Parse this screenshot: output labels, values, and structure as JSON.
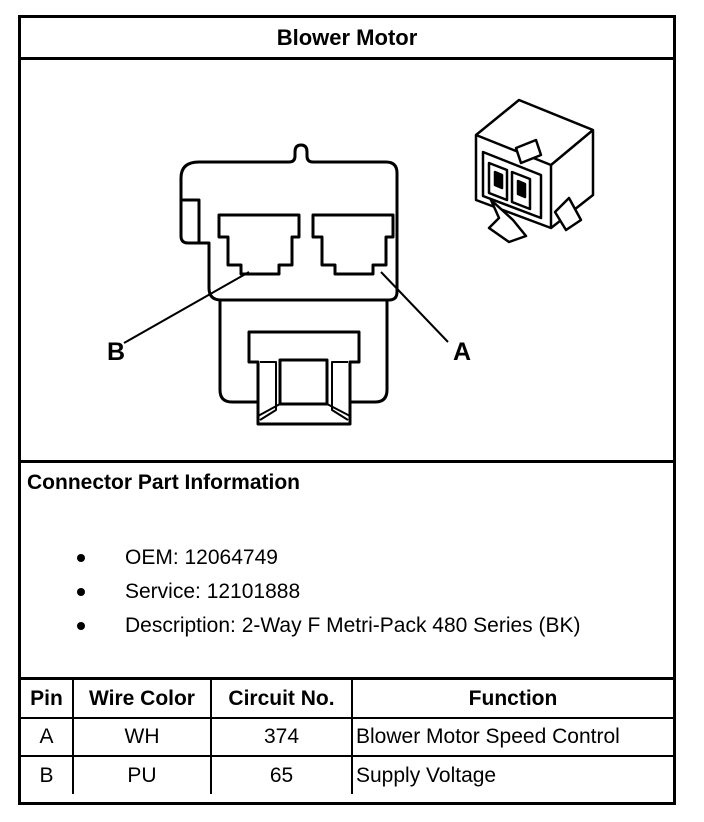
{
  "title": "Blower Motor",
  "figure": {
    "pin_label_b": "B",
    "pin_label_a": "A"
  },
  "connector_info": {
    "heading": "Connector Part Information",
    "items": [
      "OEM: 12064749",
      "Service: 12101888",
      "Description: 2-Way F Metri-Pack 480 Series (BK)"
    ]
  },
  "pin_table": {
    "headers": [
      "Pin",
      "Wire Color",
      "Circuit No.",
      "Function"
    ],
    "rows": [
      [
        "A",
        "WH",
        "374",
        "Blower Motor Speed Control"
      ],
      [
        "B",
        "PU",
        "65",
        "Supply Voltage"
      ]
    ]
  }
}
